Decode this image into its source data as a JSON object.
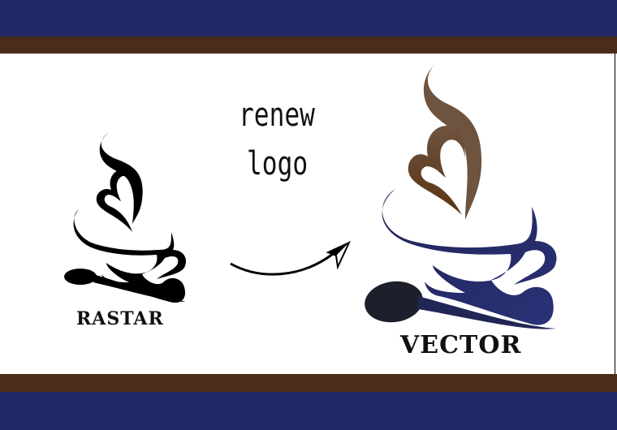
{
  "colors": {
    "navy": "#212966",
    "brown": "#4a2d19",
    "background": "#ffffff",
    "raster_logo": "#000000",
    "vector_steam_light": "#6e533f",
    "vector_steam_dark": "#5a3414",
    "vector_cup": "#272d6b",
    "vector_spoon": "#1d1f2b"
  },
  "headline": {
    "line1": "renew",
    "line2": "logo"
  },
  "left_logo": {
    "caption": "RASTAR",
    "icon": "coffee-cup-logo-black"
  },
  "right_logo": {
    "caption": "VECTOR",
    "icon": "coffee-cup-logo-color"
  },
  "arrow": {
    "icon": "curved-arrow-right"
  }
}
